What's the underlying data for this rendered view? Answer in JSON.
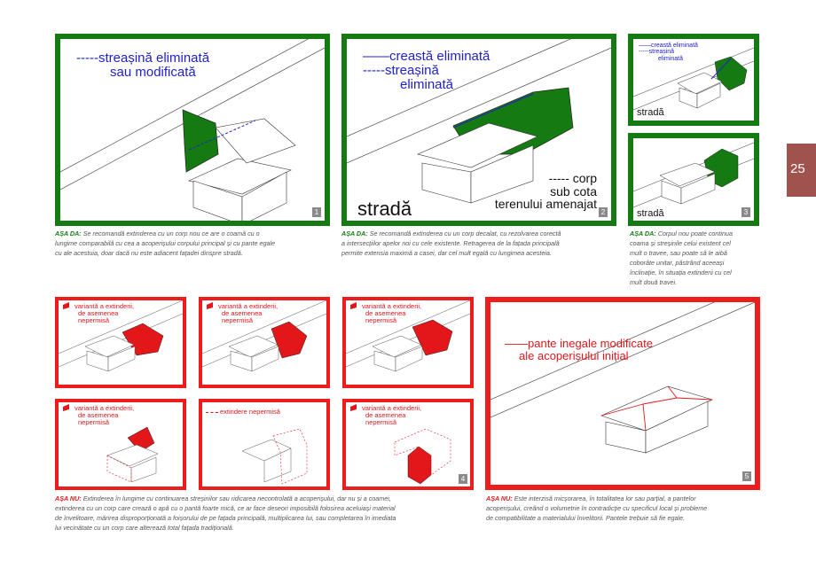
{
  "page_number": "25",
  "panel1": {
    "legend_line1": "-----streașină eliminată",
    "legend_line2": "sau modificată",
    "number": "1"
  },
  "panel2": {
    "legend_line1": "——creastă eliminată",
    "legend_line2": "-----streașină",
    "legend_line3": "eliminată",
    "corp_line1": "----- corp",
    "corp_line2": "sub cota",
    "corp_line3": "terenului amenajat",
    "street": "stradă",
    "number": "2"
  },
  "panel3a": {
    "legend_line1": "——creastă eliminată",
    "legend_line2": "-----streașină",
    "legend_line3": "eliminată",
    "street": "stradă"
  },
  "panel3b": {
    "street": "stradă",
    "number": "3"
  },
  "captions": {
    "c1_head": "AȘA DA:",
    "c1_line1": "Se recomandă extinderea cu un corp nou ce are o coamă cu o",
    "c1_line2": "lungime comparabilă cu cea a acoperișului corpului principal și cu pante egale",
    "c1_line3": "cu ale acestuia, doar dacă nu este adiacent fațadei dinspre stradă.",
    "c2_head": "AȘA DA:",
    "c2_line1": "Se recomandă extinderea cu un corp decalat, cu rezolvarea corectă",
    "c2_line2": "a intersecțiilor apelor noi cu cele existente. Retragerea de la fațada principală",
    "c2_line3": "permite extensia maximă a casei, dar cel mult egală cu lungimea acesteia.",
    "c3_head": "AȘA DA:",
    "c3_line1": "Corpul nou poate continua",
    "c3_line2": "coama și streșinile celui existent cel",
    "c3_line3": "mult o travee, sau poate să le aibă",
    "c3_line4": "coborâte unitar, păstrând aceeași",
    "c3_line5": "înclinație, în situația extinderii cu cel",
    "c3_line6": "mult două travei.",
    "c4_head": "AȘA NU:",
    "c4_line1": "Extinderea în lungime cu continuarea streșinilor sau ridicarea necontrolată a acoperișului, dar nu și a coamei,",
    "c4_line2": "extinderea cu un corp care crează o apă cu o pantă foarte mică, ce ar face deseori imposibilă folosirea aceluiași material",
    "c4_line3": "de învelitoare, mărirea disproporționată a foișorului de pe fațada principală, multiplicarea lui, sau completarea în imediata",
    "c4_line4": "lui vecinătate cu un corp care alterează total fațada tradițională.",
    "c5_head": "AȘA NU:",
    "c5_line1": "Este interzisă micșorarea, în totalitatea lor sau parțial, a pantelor",
    "c5_line2": "acoperișului, creând o volumetrie în contradicție cu specificul local și probleme",
    "c5_line3": "de compatibilitate a materialului învelitorii. Pantele trebuie să fie egale."
  },
  "red_panels": {
    "variant_line1": "variantă a extinderii,",
    "variant_line2": "de asemenea",
    "variant_line3": "nepermisă",
    "extindere": "extindere nepermisă",
    "number4": "4"
  },
  "panel5": {
    "legend_line1": "——pante inegale modificate",
    "legend_line2": "ale acoperișului inițial",
    "number": "5"
  },
  "colors": {
    "green": "#157a11",
    "red": "#ee1c1c",
    "blue": "#1f23c8",
    "tab": "#a0524f"
  }
}
